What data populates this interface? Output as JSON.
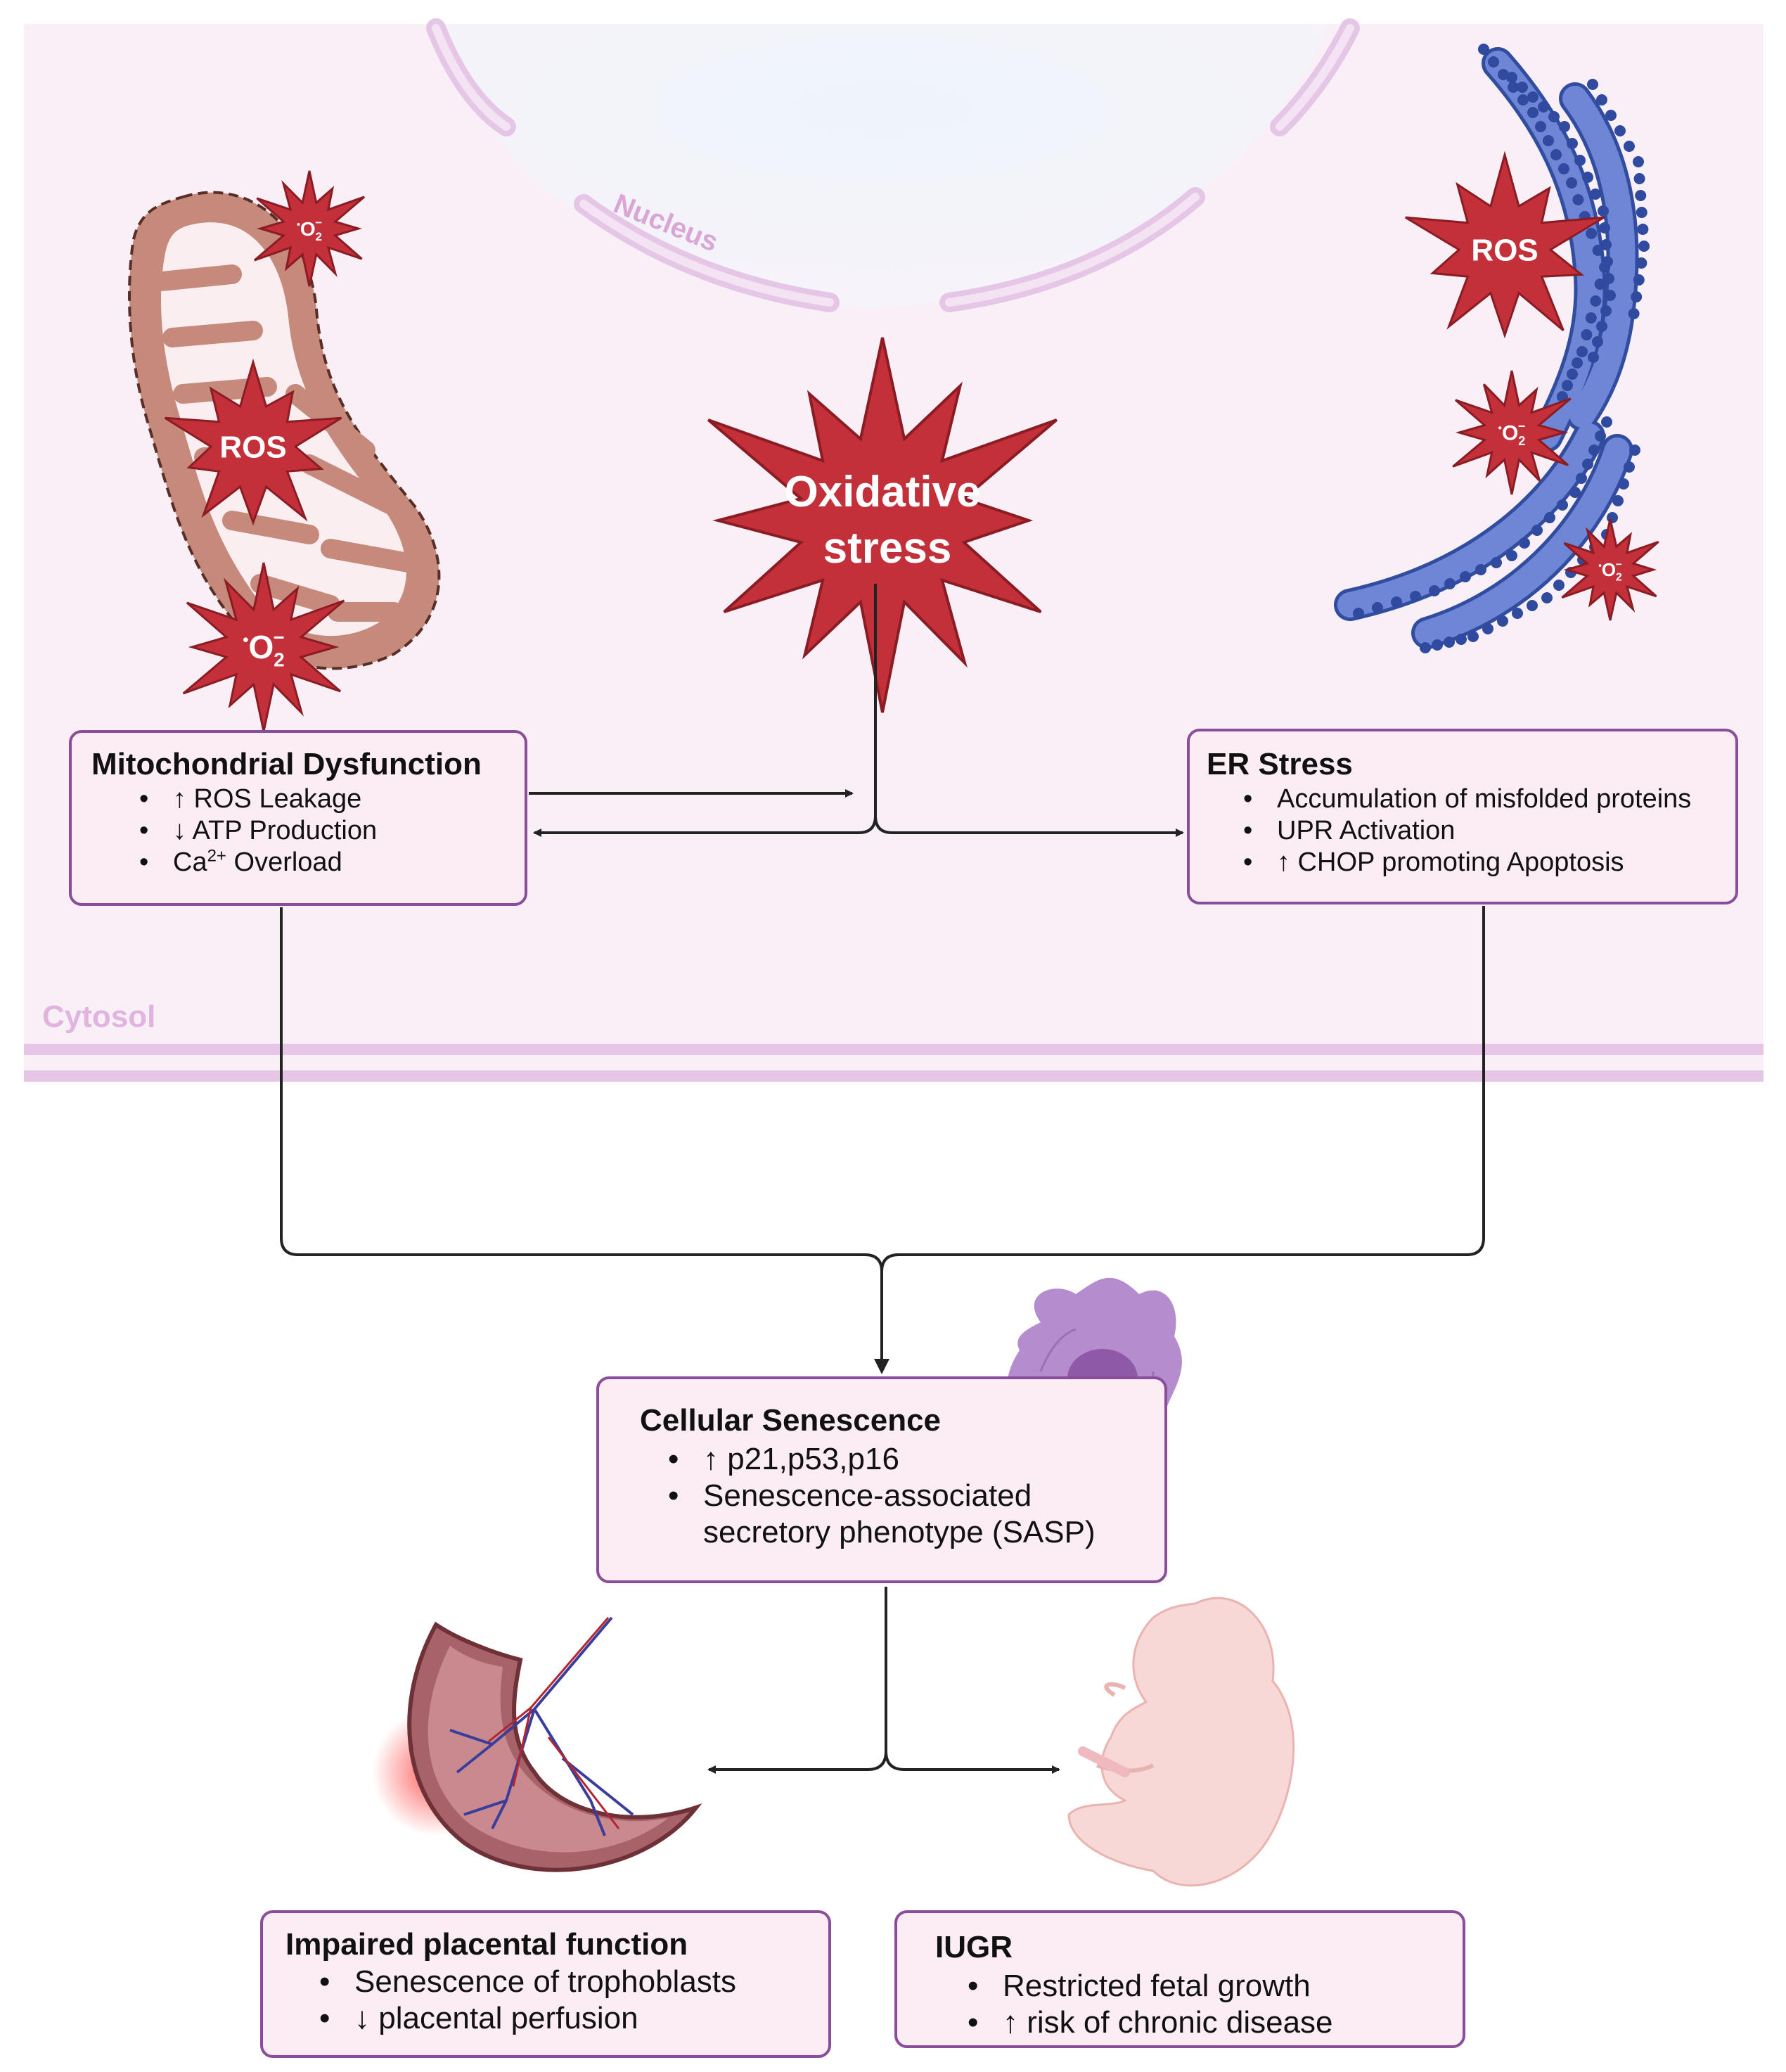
{
  "labels": {
    "nucleus": "Nucleus",
    "cytosol": "Cytosol",
    "oxidative_line1": "Oxidative",
    "oxidative_line2": "stress",
    "ros": "ROS",
    "superoxide": "O",
    "superoxide_sub": "2",
    "superoxide_sup": "−",
    "radical_dot": "•"
  },
  "boxes": {
    "mitochondrial": {
      "title": "Mitochondrial Dysfunction",
      "items": [
        "↑ ROS Leakage",
        "↓ ATP Production",
        "Ca",
        "2+",
        " Overload"
      ]
    },
    "er": {
      "title": "ER Stress",
      "items": [
        "Accumulation of misfolded proteins",
        "UPR Activation",
        "↑ CHOP promoting Apoptosis"
      ]
    },
    "senescence": {
      "title": "Cellular Senescence",
      "items": [
        "↑ p21,p53,p16",
        "Senescence-associated secretory phenotype (SASP)"
      ]
    },
    "placental": {
      "title": "Impaired placental function",
      "items": [
        "Senescence of trophoblasts",
        "↓ placental perfusion"
      ]
    },
    "iugr": {
      "title": "IUGR",
      "items": [
        "Restricted fetal growth",
        "↑ risk of chronic disease"
      ]
    }
  },
  "colors": {
    "cell_bg": "#f9eff6",
    "membrane": "#e5c6e6",
    "burst_red": "#c3303a",
    "burst_dark": "#8c1c24",
    "mito_fill": "#c68a7c",
    "er_blue": "#6277c8",
    "box_fill": "#fcedf4",
    "box_border": "#8a4d9b",
    "arrow": "#222222"
  }
}
